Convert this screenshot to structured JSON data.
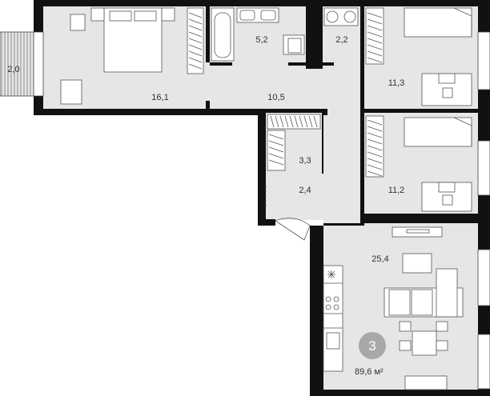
{
  "rooms": {
    "bedroom_main": "16,1",
    "bathroom": "5,2",
    "toilet": "2,2",
    "bedroom_north": "11,3",
    "corridor": "10,5",
    "closet": "3,3",
    "entry": "2,4",
    "bedroom_east": "11,2",
    "kitchen_living": "25,4",
    "balcony": "2,0"
  },
  "summary": {
    "room_count": "3",
    "total_area": "89,6 м²"
  },
  "colors": {
    "wall": "#111111",
    "floor": "#e6e6e6",
    "badge": "#a8a8a8"
  }
}
